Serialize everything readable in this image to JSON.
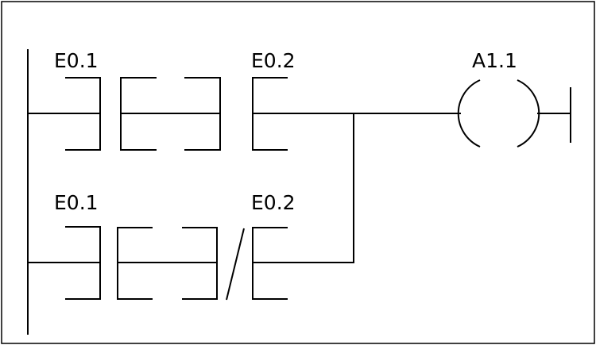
{
  "rung1": {
    "contact1_label": "E0.1",
    "contact2_label": "E0.2",
    "coil_label": "A1.1"
  },
  "rung2": {
    "contact1_label": "E0.1",
    "contact2_label": "E0.2"
  },
  "colors": {
    "line": "#000000",
    "background": "#ffffff"
  }
}
